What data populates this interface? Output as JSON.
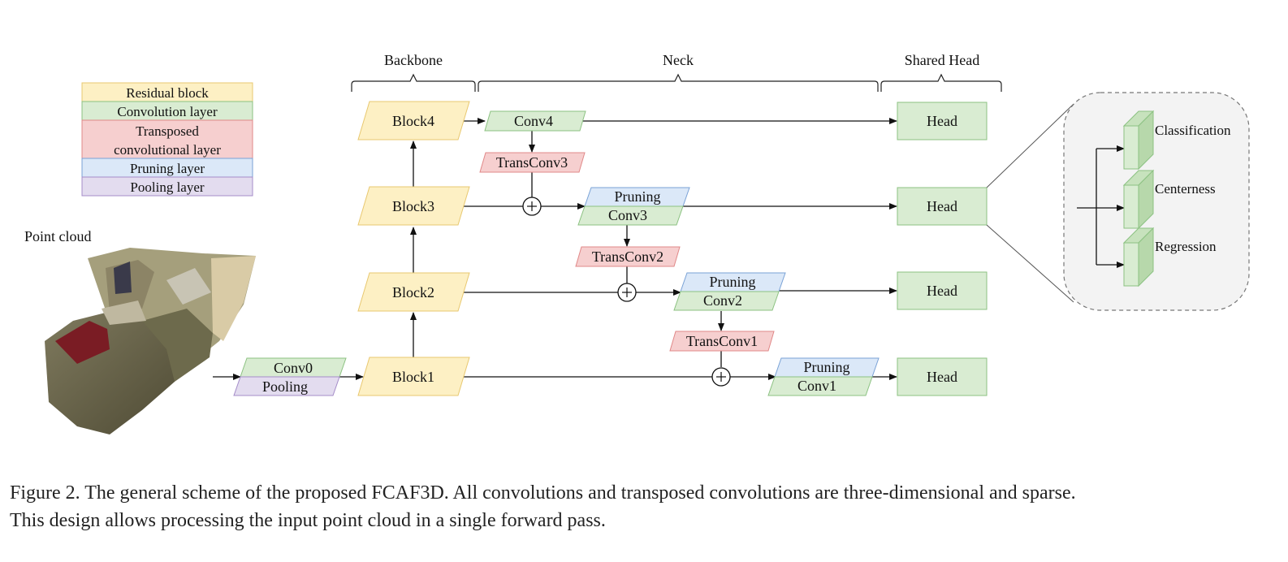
{
  "section_titles": {
    "backbone": "Backbone",
    "neck": "Neck",
    "shared_head": "Shared Head"
  },
  "legend": {
    "residual": "Residual block",
    "conv": "Convolution layer",
    "transposed_line1": "Transposed",
    "transposed_line2": "convolutional layer",
    "pruning": "Pruning layer",
    "pooling": "Pooling layer"
  },
  "input": {
    "label": "Point cloud"
  },
  "stem": {
    "conv": "Conv0",
    "pool": "Pooling"
  },
  "blocks": {
    "b1": "Block1",
    "b2": "Block2",
    "b3": "Block3",
    "b4": "Block4"
  },
  "neck": {
    "conv4": "Conv4",
    "transconv3": "TransConv3",
    "pruning3": "Pruning",
    "conv3": "Conv3",
    "transconv2": "TransConv2",
    "pruning2": "Pruning",
    "conv2": "Conv2",
    "transconv1": "TransConv1",
    "pruning1": "Pruning",
    "conv1": "Conv1"
  },
  "heads": {
    "h1": "Head",
    "h2": "Head",
    "h3": "Head",
    "h4": "Head"
  },
  "head_detail": {
    "cls": "Classification",
    "ctr": "Centerness",
    "reg": "Regression"
  },
  "caption": {
    "line1": "Figure 2. The general scheme of the proposed FCAF3D. All convolutions and transposed convolutions are three-dimensional and sparse.",
    "line2": "This design allows processing the input point cloud in a single forward pass."
  },
  "colors": {
    "residual_fill": "#fdf0c4",
    "residual_stroke": "#e8c870",
    "conv_fill": "#d9ecd2",
    "conv_stroke": "#8cc282",
    "trans_fill": "#f6cfcf",
    "trans_stroke": "#e08888",
    "pruning_fill": "#dbe8f8",
    "pruning_stroke": "#7aa2d6",
    "pooling_fill": "#e3dcef",
    "pooling_stroke": "#a48cc8"
  }
}
